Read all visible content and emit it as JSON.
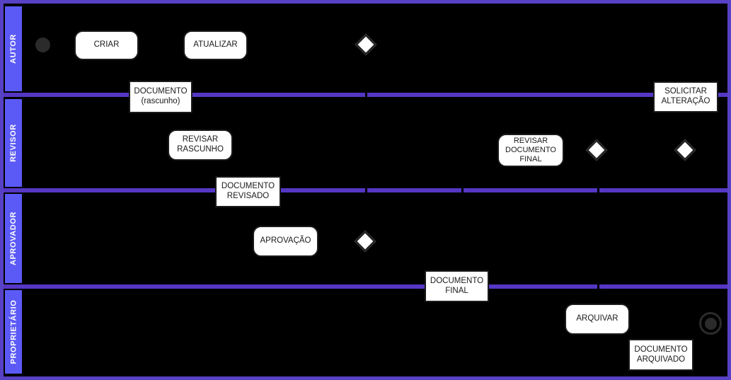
{
  "colors": {
    "background": "#000000",
    "frame_border": "#5742c6",
    "lane_divider": "#5537c4",
    "lane_label_bg": "#5b5af7",
    "lane_label_text": "#ffffff",
    "node_fill": "#ffffff",
    "node_border": "#1b1b1b",
    "event_fill": "#2b2b2b"
  },
  "lanes": [
    {
      "label": "AUTOR"
    },
    {
      "label": "REVISOR"
    },
    {
      "label": "APROVADOR"
    },
    {
      "label": "PROPRIETÁRIO"
    }
  ],
  "nodes": {
    "task_criar": {
      "label": "CRIAR"
    },
    "task_atualizar": {
      "label": "ATUALIZAR"
    },
    "doc_rascunho": {
      "label": "DOCUMENTO (rascunho)"
    },
    "solicitar_alteracao": {
      "label": "SOLICITAR ALTERAÇÃO"
    },
    "task_revisar_rascunho": {
      "label": "REVISAR RASCUNHO"
    },
    "task_revisar_documento_final": {
      "label": "REVISAR DOCUMENTO FINAL"
    },
    "doc_revisado": {
      "label": "DOCUMENTO REVISADO"
    },
    "task_aprovacao": {
      "label": "APROVAÇÃO"
    },
    "doc_final": {
      "label": "DOCUMENTO FINAL"
    },
    "task_arquivar": {
      "label": "ARQUIVAR"
    },
    "doc_arquivado": {
      "label": "DOCUMENTO ARQUIVADO"
    }
  }
}
